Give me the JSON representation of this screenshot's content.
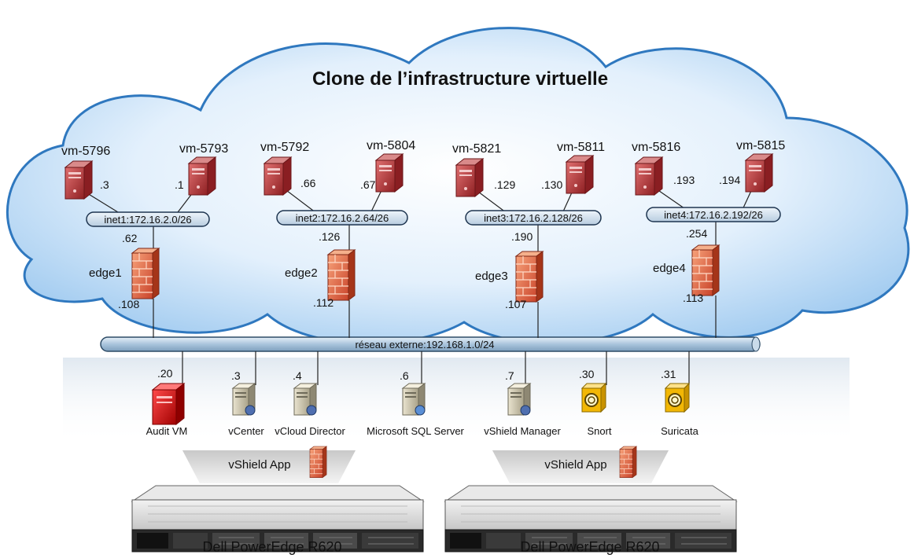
{
  "title": "Clone de l’infrastructure virtuelle",
  "colors": {
    "cloud_fill": "#cfe6fb",
    "cloud_stroke": "#3f86c9",
    "vm_red": "#c0393b",
    "firewall": "#e8603c",
    "bus_fill": "#bcd3e8",
    "snort_yellow": "#f2b705",
    "audit_red": "#cc1111"
  },
  "segments": [
    {
      "vm_left": "vm-5796",
      "vm_right": "vm-5793",
      "ip_left": ".3",
      "ip_right": ".1",
      "network": "inet1:172.16.2.0/26",
      "edge": "edge1",
      "edge_inner_ip": ".62",
      "edge_outer_ip": ".108"
    },
    {
      "vm_left": "vm-5792",
      "vm_right": "vm-5804",
      "ip_left": ".66",
      "ip_right": ".67",
      "network": "inet2:172.16.2.64/26",
      "edge": "edge2",
      "edge_inner_ip": ".126",
      "edge_outer_ip": ".112"
    },
    {
      "vm_left": "vm-5821",
      "vm_right": "vm-5811",
      "ip_left": ".129",
      "ip_right": ".130",
      "network": "inet3:172.16.2.128/26",
      "edge": "edge3",
      "edge_inner_ip": ".190",
      "edge_outer_ip": ".107"
    },
    {
      "vm_left": "vm-5816",
      "vm_right": "vm-5815",
      "ip_left": ".193",
      "ip_right": ".194",
      "network": "inet4:172.16.2.192/26",
      "edge": "edge4",
      "edge_inner_ip": ".254",
      "edge_outer_ip": ".113"
    }
  ],
  "external_network": "réseau externe:192.168.1.0/24",
  "servers": [
    {
      "name": "Audit VM",
      "ip": ".20",
      "icon": "audit-vm-icon"
    },
    {
      "name": "vCenter",
      "ip": ".3",
      "icon": "server-icon"
    },
    {
      "name": "vCloud Director",
      "ip": ".4",
      "icon": "server-icon"
    },
    {
      "name": "Microsoft SQL Server",
      "ip": ".6",
      "icon": "database-server-icon"
    },
    {
      "name": "vShield Manager",
      "ip": ".7",
      "icon": "server-icon"
    },
    {
      "name": "Snort",
      "ip": ".30",
      "icon": "ids-icon"
    },
    {
      "name": "Suricata",
      "ip": ".31",
      "icon": "ids-icon"
    }
  ],
  "hosts": [
    {
      "app": "vShield App",
      "model": "Dell PowerEdge R620"
    },
    {
      "app": "vShield App",
      "model": "Dell PowerEdge R620"
    }
  ]
}
